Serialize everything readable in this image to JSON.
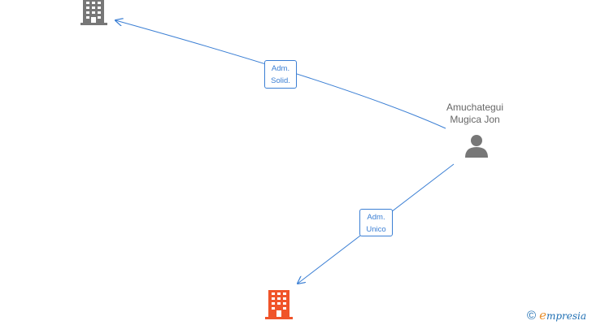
{
  "colors": {
    "edge": "#3b7fd4",
    "company_inactive": "#777777",
    "company_active": "#f0542a",
    "person": "#777777",
    "brand_blue": "#1f6fb3",
    "brand_orange": "#e9902e"
  },
  "person": {
    "name_line1": "Amuchategui",
    "name_line2": "Mugica Jon",
    "icon": "person-icon"
  },
  "companies": [
    {
      "id": "company-top",
      "icon": "building-icon",
      "status": "inactive"
    },
    {
      "id": "company-bottom",
      "icon": "building-icon",
      "status": "active"
    }
  ],
  "relations": [
    {
      "from": "person",
      "to": "company-top",
      "label_line1": "Adm.",
      "label_line2": "Solid."
    },
    {
      "from": "person",
      "to": "company-bottom",
      "label_line1": "Adm.",
      "label_line2": "Unico"
    }
  ],
  "brand": {
    "copyright_symbol": "©",
    "first_letter": "e",
    "rest": "mpresia"
  }
}
